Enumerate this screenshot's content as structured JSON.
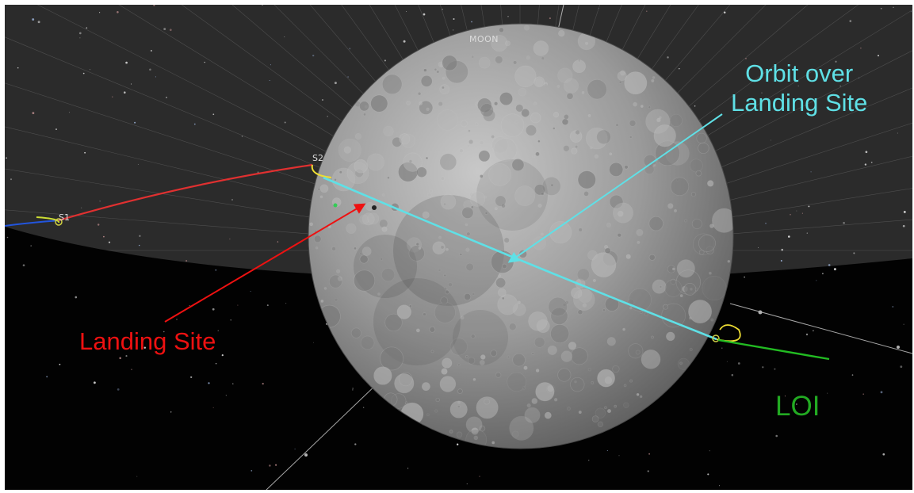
{
  "annotations": {
    "orbit_label_line1": "Orbit over",
    "orbit_label_line2": "Landing Site",
    "landing_site_label": "Landing Site",
    "loi_label": "LOI"
  },
  "scene_tags": {
    "moon": "MOON",
    "s2": "S2",
    "s1": "S1"
  },
  "colors": {
    "orbit": "#5fe0e6",
    "landing_site": "#ee1111",
    "loi": "#22aa22",
    "transfer_trajectory": "#e03030",
    "sky": "#020202",
    "grid_sky": "#2a2a2a",
    "moon_base": "#8f8f8f"
  },
  "icons": [
    "moon-globe",
    "star-field",
    "spacecraft-marker-icon",
    "landing-site-marker-icon"
  ]
}
